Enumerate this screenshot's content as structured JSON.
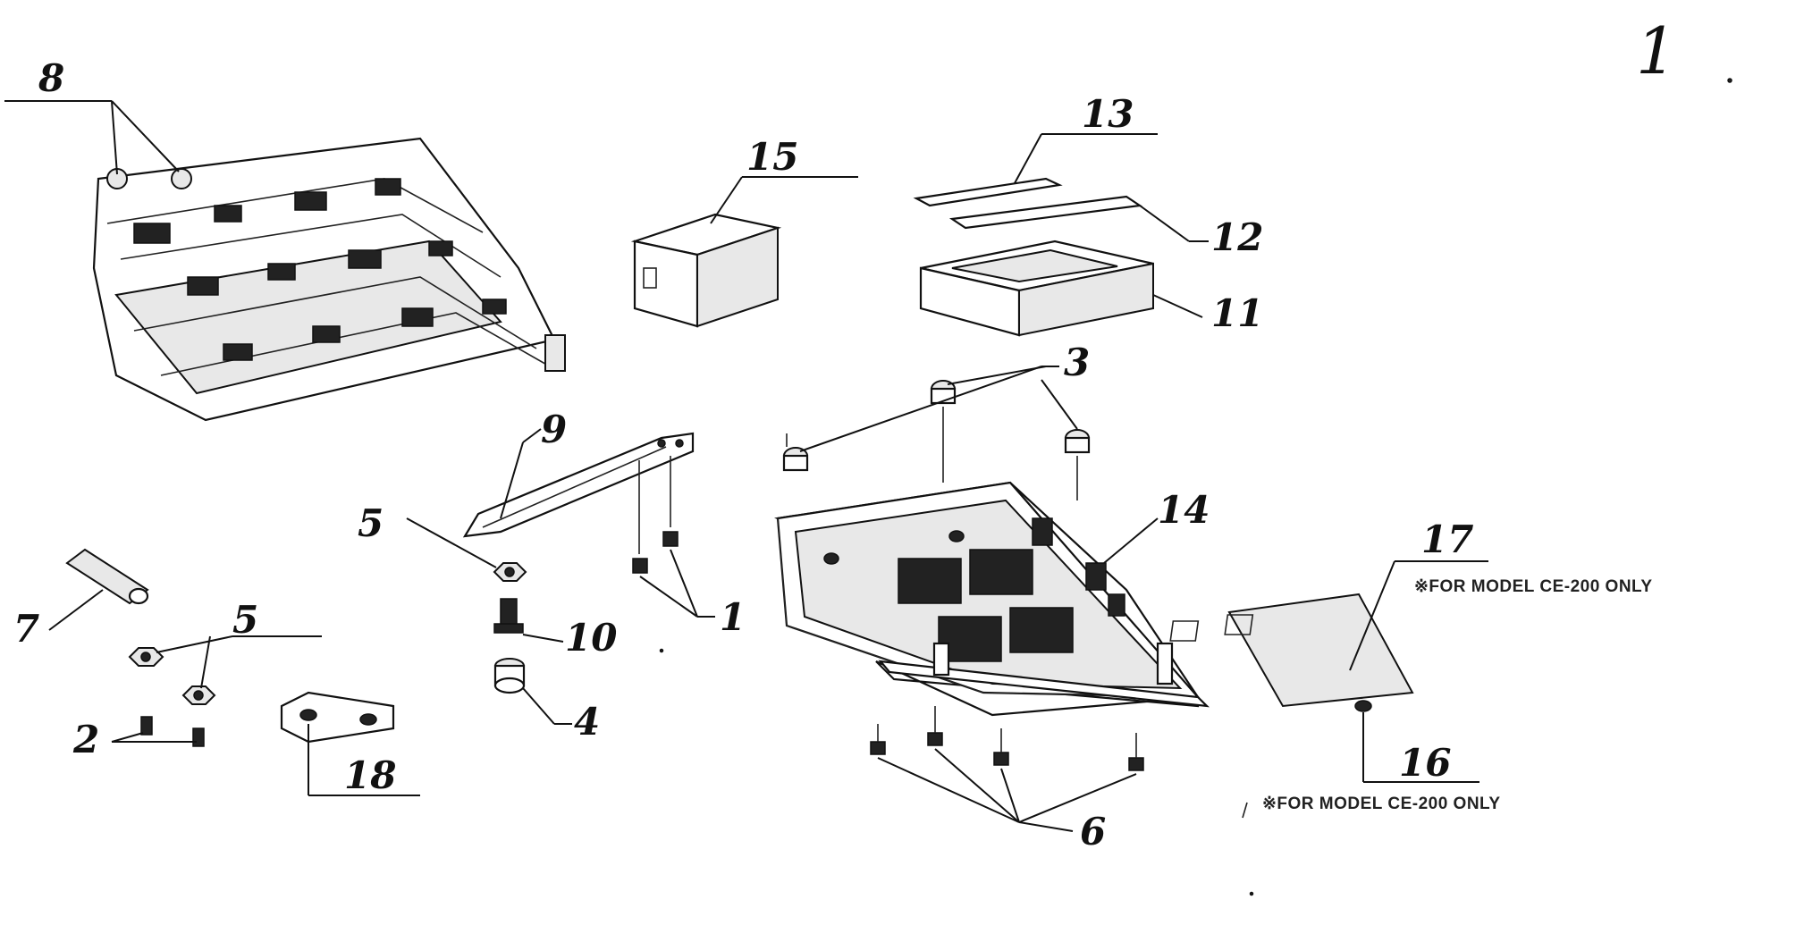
{
  "page_number": "1",
  "callouts": {
    "c1": "1",
    "c2": "2",
    "c3": "3",
    "c4": "4",
    "c5a": "5",
    "c5b": "5",
    "c6": "6",
    "c7": "7",
    "c8": "8",
    "c9": "9",
    "c10": "10",
    "c11": "11",
    "c12": "12",
    "c13": "13",
    "c14": "14",
    "c15": "15",
    "c16": "16",
    "c17": "17",
    "c18": "18"
  },
  "notes": {
    "note17": "※FOR MODEL CE-200 ONLY",
    "note16": "※FOR MODEL CE-200 ONLY"
  }
}
